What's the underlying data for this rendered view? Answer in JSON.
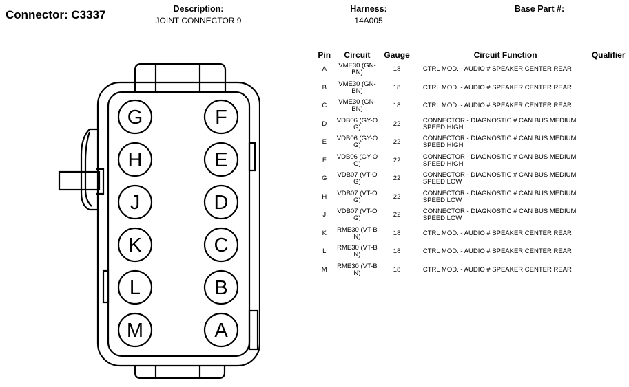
{
  "header": {
    "connector_label": "Connector:",
    "connector_id": "C3337",
    "description_label": "Description:",
    "description_value": "JOINT CONNECTOR 9",
    "harness_label": "Harness:",
    "harness_value": "14A005",
    "base_part_label": "Base Part #:",
    "base_part_value": ""
  },
  "table": {
    "columns": [
      "Pin",
      "Circuit",
      "Gauge",
      "Circuit Function",
      "Qualifier"
    ],
    "rows": [
      {
        "pin": "A",
        "circuit": "VME30 (GN-BN)",
        "gauge": "18",
        "function": "CTRL MOD. - AUDIO # SPEAKER CENTER REAR",
        "qualifier": ""
      },
      {
        "pin": "B",
        "circuit": "VME30 (GN-BN)",
        "gauge": "18",
        "function": "CTRL MOD. - AUDIO # SPEAKER CENTER REAR",
        "qualifier": ""
      },
      {
        "pin": "C",
        "circuit": "VME30 (GN-BN)",
        "gauge": "18",
        "function": "CTRL MOD. - AUDIO # SPEAKER CENTER REAR",
        "qualifier": ""
      },
      {
        "pin": "D",
        "circuit": "VDB06 (GY-OG)",
        "gauge": "22",
        "function": "CONNECTOR - DIAGNOSTIC # CAN BUS MEDIUM SPEED HIGH",
        "qualifier": ""
      },
      {
        "pin": "E",
        "circuit": "VDB06 (GY-OG)",
        "gauge": "22",
        "function": "CONNECTOR - DIAGNOSTIC # CAN BUS MEDIUM SPEED HIGH",
        "qualifier": ""
      },
      {
        "pin": "F",
        "circuit": "VDB06 (GY-OG)",
        "gauge": "22",
        "function": "CONNECTOR - DIAGNOSTIC # CAN BUS MEDIUM SPEED HIGH",
        "qualifier": ""
      },
      {
        "pin": "G",
        "circuit": "VDB07 (VT-OG)",
        "gauge": "22",
        "function": "CONNECTOR - DIAGNOSTIC # CAN BUS MEDIUM SPEED LOW",
        "qualifier": ""
      },
      {
        "pin": "H",
        "circuit": "VDB07 (VT-OG)",
        "gauge": "22",
        "function": "CONNECTOR - DIAGNOSTIC # CAN BUS MEDIUM SPEED LOW",
        "qualifier": ""
      },
      {
        "pin": "J",
        "circuit": "VDB07 (VT-OG)",
        "gauge": "22",
        "function": "CONNECTOR - DIAGNOSTIC # CAN BUS MEDIUM SPEED LOW",
        "qualifier": ""
      },
      {
        "pin": "K",
        "circuit": "RME30 (VT-BN)",
        "gauge": "18",
        "function": "CTRL MOD. - AUDIO # SPEAKER CENTER REAR",
        "qualifier": ""
      },
      {
        "pin": "L",
        "circuit": "RME30 (VT-BN)",
        "gauge": "18",
        "function": "CTRL MOD. - AUDIO # SPEAKER CENTER REAR",
        "qualifier": ""
      },
      {
        "pin": "M",
        "circuit": "RME30 (VT-BN)",
        "gauge": "18",
        "function": "CTRL MOD. - AUDIO # SPEAKER CENTER REAR",
        "qualifier": ""
      }
    ]
  },
  "connector": {
    "left_column": [
      "G",
      "H",
      "J",
      "K",
      "L",
      "M"
    ],
    "right_column": [
      "F",
      "E",
      "D",
      "C",
      "B",
      "A"
    ]
  }
}
